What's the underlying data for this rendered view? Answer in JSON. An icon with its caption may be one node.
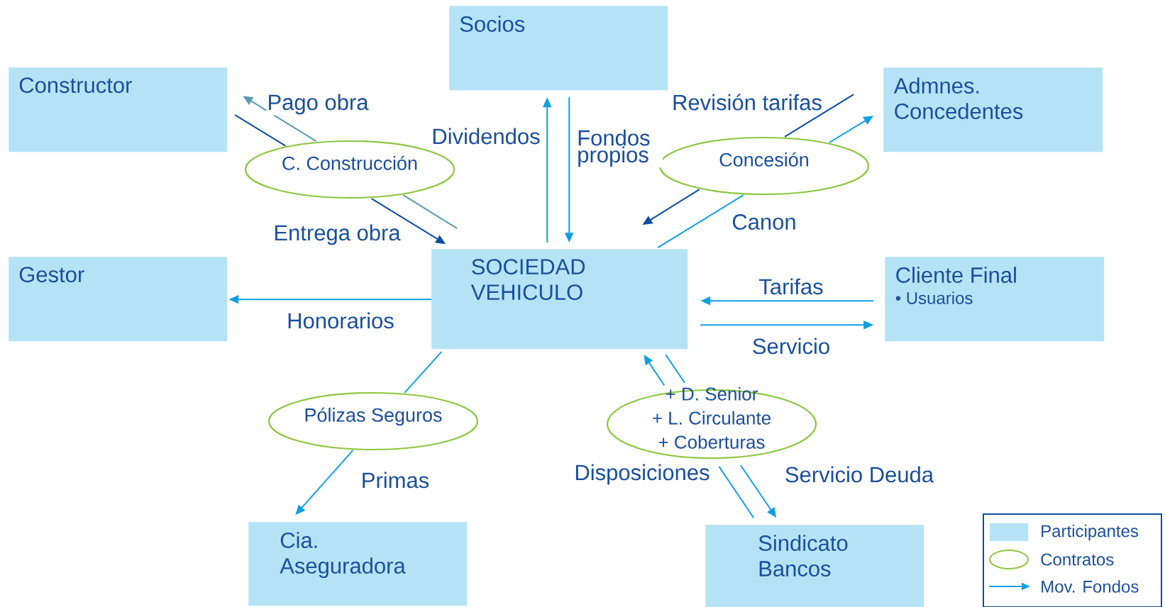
{
  "diagram": {
    "nodes": [
      {
        "text": [
          "Socios"
        ]
      },
      {
        "text": [
          "Constructor"
        ]
      },
      {
        "text": [
          "Admnes. Concedentes"
        ]
      },
      {
        "text": [
          "C. Construcción"
        ]
      },
      {
        "text": [
          "Concesión"
        ]
      },
      {
        "text": [
          "Gestor"
        ]
      },
      {
        "text": [
          "SOCIEDAD VEHICULO"
        ]
      },
      {
        "text": [
          "Cliente Final",
          "• Usuarios"
        ]
      },
      {
        "text": [
          "Pólizas Seguros"
        ]
      },
      {
        "text": [
          "+ D. Senior",
          "+ L. Circulante",
          "+ Coberturas"
        ]
      },
      {
        "text": [
          "Cia. Aseguradora"
        ]
      },
      {
        "text": [
          "Sindicato Bancos"
        ]
      }
    ],
    "edges": [
      {
        "from": 6,
        "to": 3,
        "arrow": "none",
        "color": "#5b9bb0"
      },
      {
        "from": 3,
        "to": 1,
        "arrow": "to",
        "label": "Pago obra",
        "color": "#5b9bb0"
      },
      {
        "from": 1,
        "to": 3,
        "arrow": "none",
        "color": "#0b4ea2"
      },
      {
        "from": 3,
        "to": 6,
        "arrow": "to",
        "label": "Entrega obra",
        "color": "#0b4ea2"
      },
      {
        "from": 6,
        "to": 0,
        "arrow": "to",
        "label": "Dividendos"
      },
      {
        "from": 0,
        "to": 6,
        "arrow": "to",
        "label": "Fondos propios"
      },
      {
        "from": 2,
        "to": 4,
        "arrow": "none",
        "label": "Revisión tarifas",
        "color": "#0b4ea2"
      },
      {
        "from": 4,
        "to": 6,
        "arrow": "to",
        "color": "#0b4ea2"
      },
      {
        "from": 6,
        "to": 4,
        "arrow": "none",
        "label": "Canon"
      },
      {
        "from": 4,
        "to": 2,
        "arrow": "to"
      },
      {
        "from": 6,
        "to": 5,
        "arrow": "to",
        "label": "Honorarios"
      },
      {
        "from": 7,
        "to": 6,
        "arrow": "to",
        "label": "Tarifas"
      },
      {
        "from": 6,
        "to": 7,
        "arrow": "to",
        "label": "Servicio"
      },
      {
        "from": 6,
        "to": 8,
        "arrow": "none"
      },
      {
        "from": 8,
        "to": 10,
        "arrow": "to",
        "label": "Primas"
      },
      {
        "from": 11,
        "to": 9,
        "arrow": "none",
        "label": "Disposiciones"
      },
      {
        "from": 9,
        "to": 6,
        "arrow": "to"
      },
      {
        "from": 6,
        "to": 9,
        "arrow": "none"
      },
      {
        "from": 9,
        "to": 11,
        "arrow": "to",
        "label": "Servicio Deuda"
      }
    ],
    "legend": [
      {
        "text": "Participantes",
        "color": "#b5e3f6"
      },
      {
        "text": "Contratos"
      },
      {
        "text": "Mov. Fondos"
      }
    ]
  }
}
